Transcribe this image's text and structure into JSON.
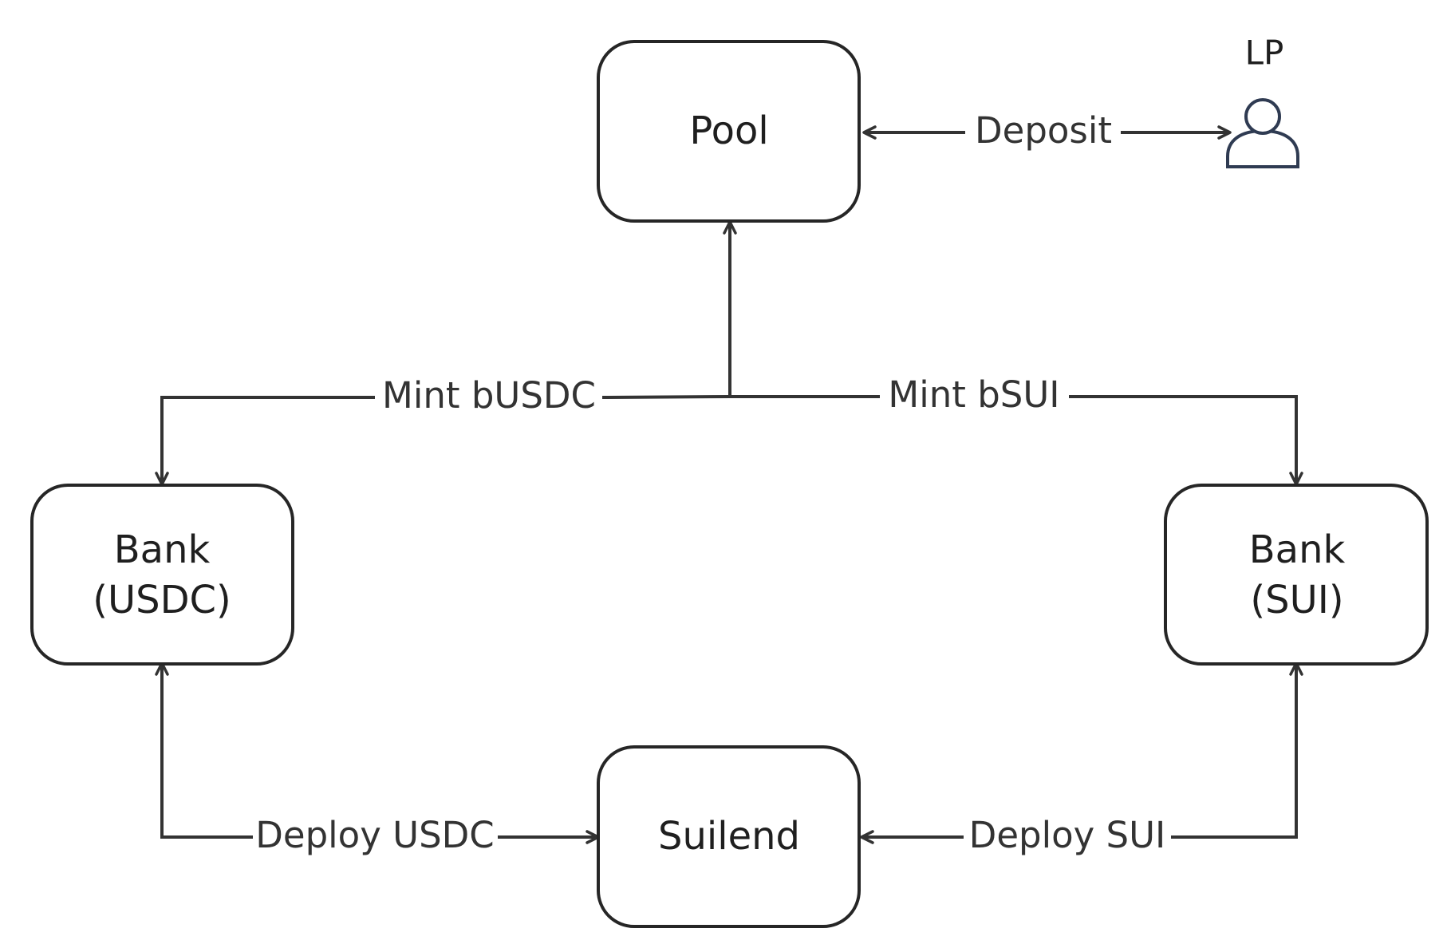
{
  "nodes": {
    "pool": {
      "label": "Pool"
    },
    "bank_usdc": {
      "line1": "Bank",
      "line2": "(USDC)"
    },
    "bank_sui": {
      "line1": "Bank",
      "line2": "(SUI)"
    },
    "suilend": {
      "label": "Suilend"
    }
  },
  "actor": {
    "label": "LP",
    "icon": "person-icon"
  },
  "edges": {
    "deposit": "Deposit",
    "mint_busdc": "Mint bUSDC",
    "mint_bsui": "Mint bSUI",
    "deploy_usdc": "Deploy USDC",
    "deploy_sui": "Deploy SUI"
  },
  "colors": {
    "stroke": "#262626",
    "edge": "#333333",
    "actor": "#2f3b52"
  }
}
